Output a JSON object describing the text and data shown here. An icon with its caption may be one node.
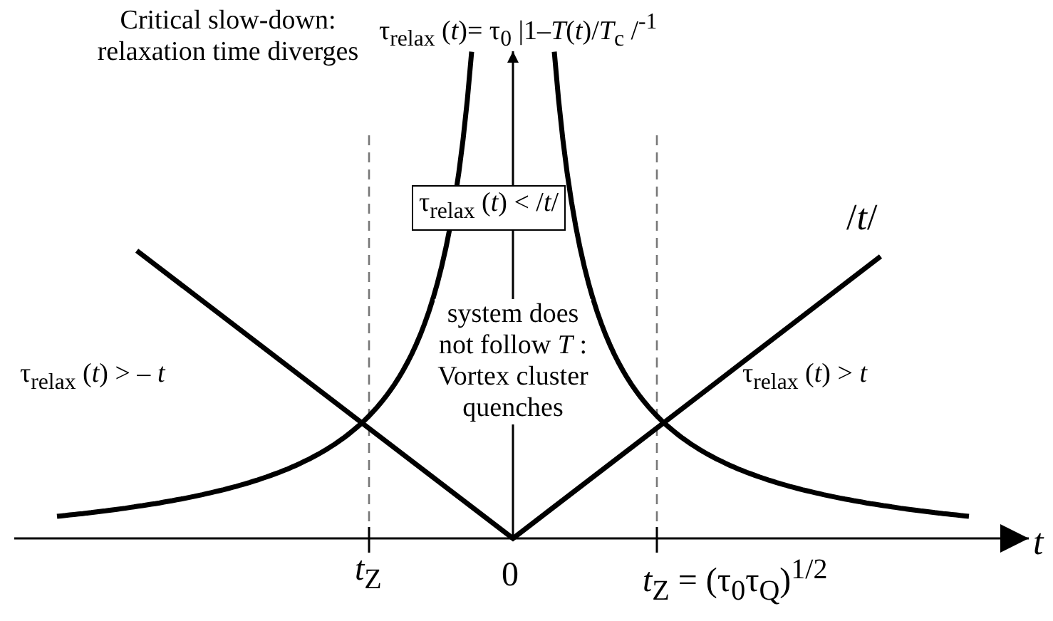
{
  "diagram": {
    "nodes": [
      {
        "text": [
          "τ$_{relax}$ (*t*) <  /*t*/"
        ]
      }
    ],
    "edges": [],
    "labels": [
      "Critical slow-down: relaxation time diverges",
      "τ$_{relax}$ (*t*)= τ$_{0}$ |1–*T*(*t*)/*T*$_{c}$ /$^{-1}$",
      "/*t*/",
      "τ$_{relax}$ (*t*) > – *t*",
      "system does not follow *T* : Vortex cluster quenches",
      "τ$_{relax}$ (*t*) > *t*",
      "*t*",
      "*t*$_{Z}$",
      "0",
      "*t*$_{Z}$ = (τ$_{0}$τ$_{Q}$)$^{1/2}$"
    ]
  }
}
